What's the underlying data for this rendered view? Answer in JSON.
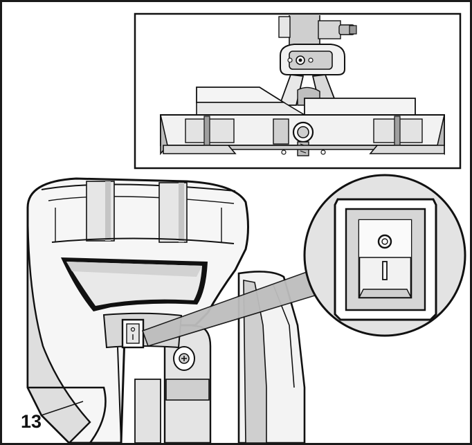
{
  "figure": {
    "step_number": "13",
    "colors": {
      "outline": "#111111",
      "shade_light": "#dcdcdc",
      "shade_mid": "#b5b5b5",
      "shade_dark": "#8a8a8a",
      "magnifier_fill": "#e3e3e3",
      "callout_arrow": "#bdbdbd"
    },
    "panels": [
      {
        "id": "inset-top",
        "depicts": "saw-head-and-base-front-view"
      },
      {
        "id": "main",
        "depicts": "saw-handle-with-power-switch"
      },
      {
        "id": "magnifier",
        "depicts": "rocker-power-switch-closeup"
      }
    ],
    "switch": {
      "off_symbol": "O",
      "on_symbol": "I"
    }
  }
}
